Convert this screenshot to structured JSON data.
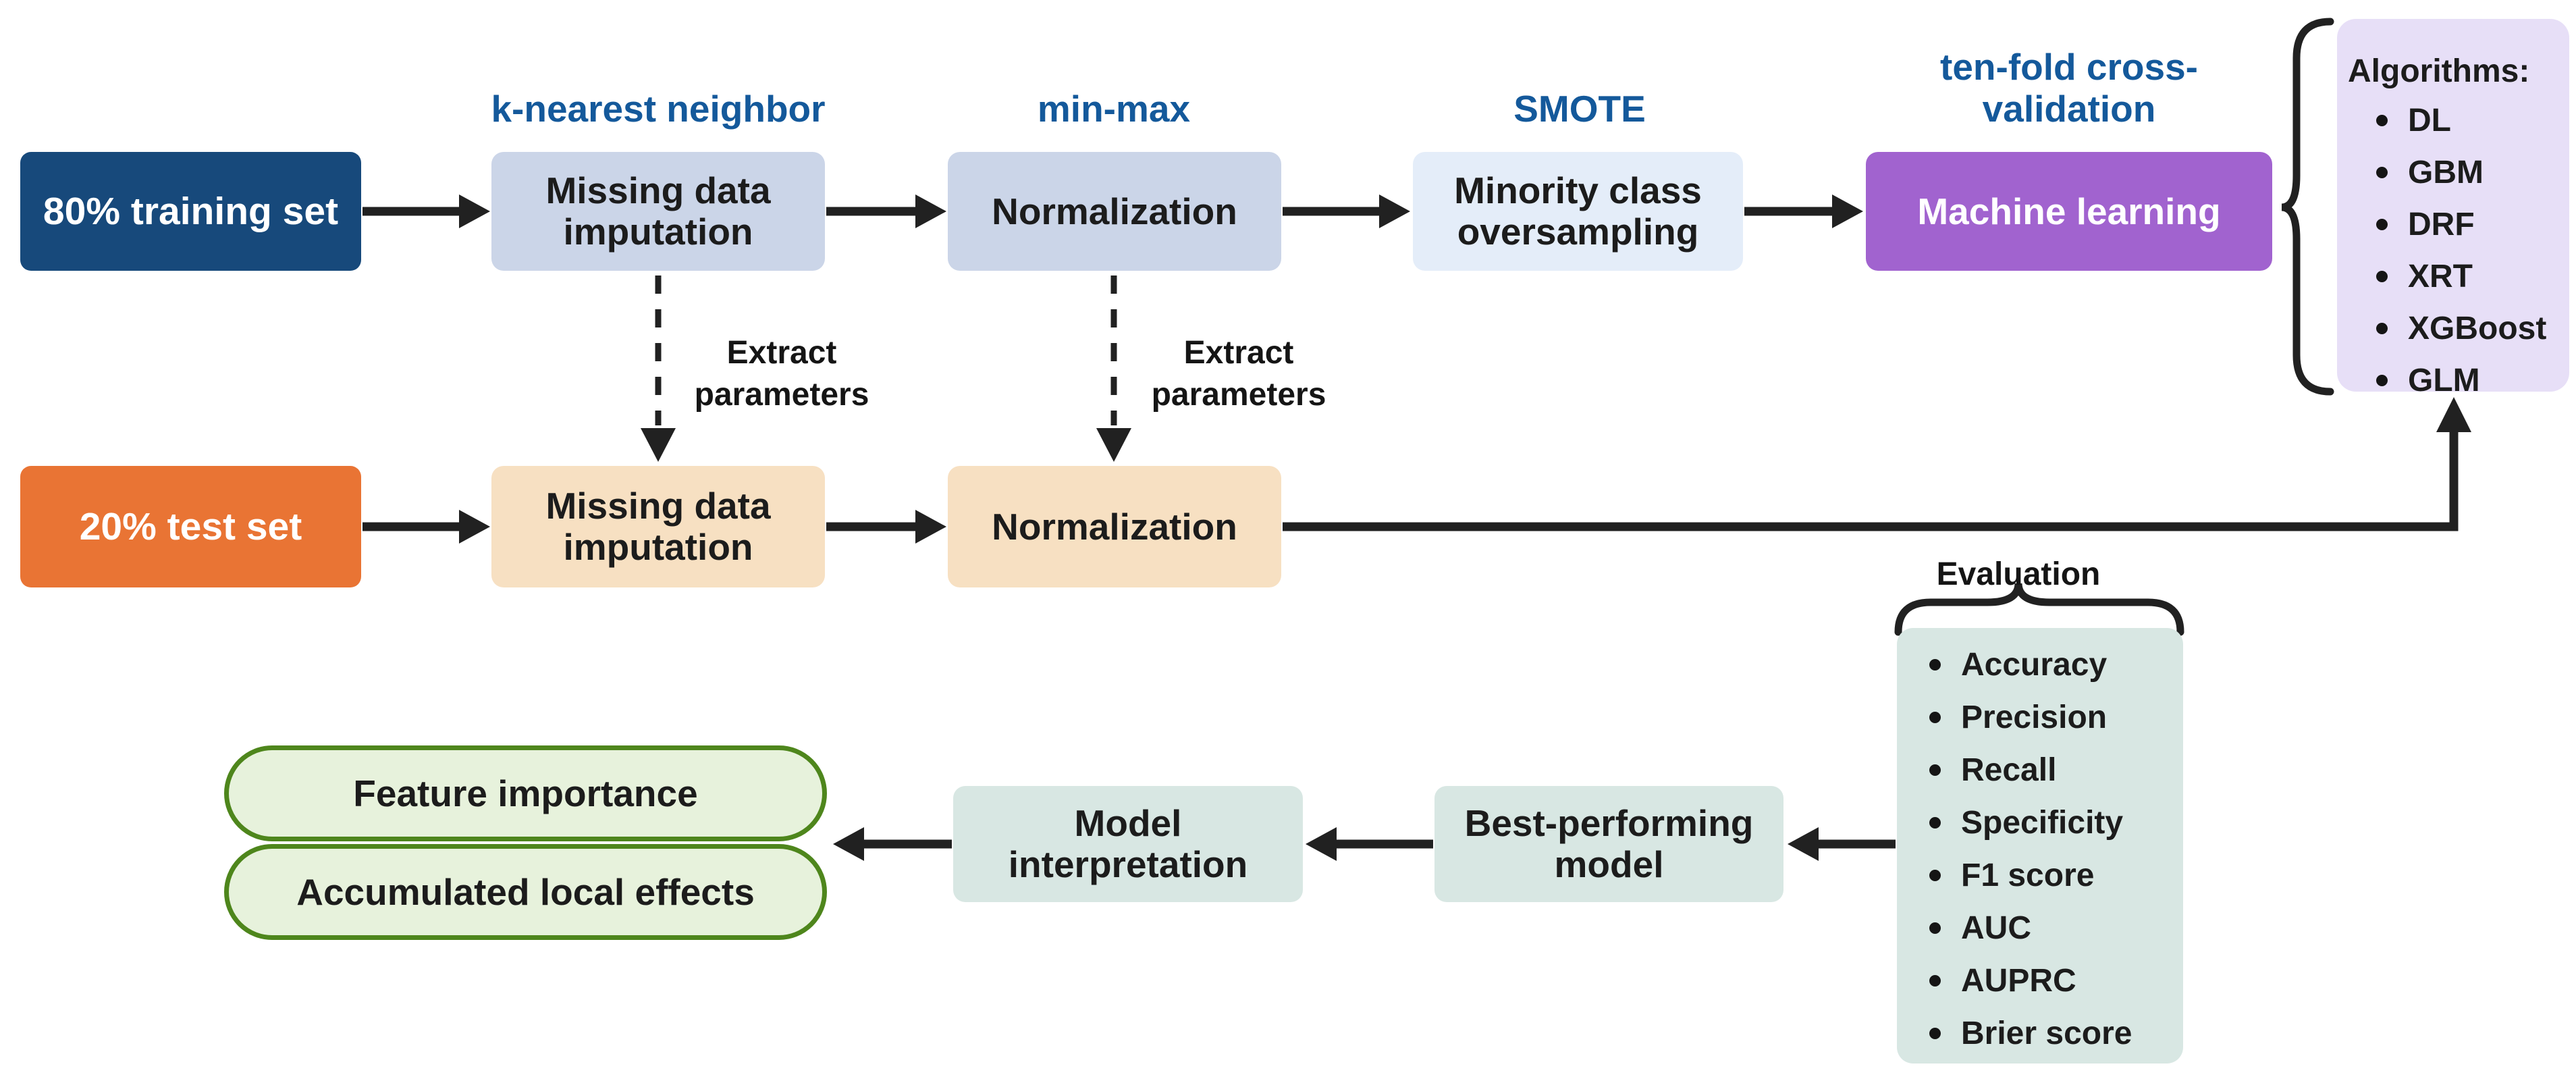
{
  "diagram": {
    "training_row": {
      "source_label": "80% training set",
      "imputation": {
        "method": "k-nearest neighbor",
        "label": "Missing data imputation"
      },
      "normalization": {
        "method": "min-max",
        "label": "Normalization"
      },
      "oversampling": {
        "method": "SMOTE",
        "label": "Minority class oversampling"
      },
      "ml": {
        "method": "ten-fold cross-validation",
        "label": "Machine learning"
      }
    },
    "test_row": {
      "source_label": "20% test set",
      "imputation_label": "Missing data imputation",
      "normalization_label": "Normalization",
      "extract_label_1": "Extract parameters",
      "extract_label_2": "Extract parameters"
    },
    "algorithms": {
      "title": "Algorithms:",
      "items": [
        "DL",
        "GBM",
        "DRF",
        "XRT",
        "XGBoost",
        "GLM"
      ]
    },
    "evaluation": {
      "title": "Evaluation",
      "metrics": [
        "Accuracy",
        "Precision",
        "Recall",
        "Specificity",
        "F1 score",
        "AUC",
        "AUPRC",
        "Brier score"
      ]
    },
    "results": {
      "best_model_label": "Best-performing model",
      "interpretation_label": "Model interpretation",
      "outputs": [
        "Feature importance",
        "Accumulated local effects"
      ]
    },
    "colors": {
      "dark_blue": "#17497B",
      "orange": "#E97434",
      "steel_blue": "#CBD5E8",
      "pale_blue": "#E4EDF9",
      "purple": "#A163CF",
      "pale_purple": "#E7DFF7",
      "peach": "#F7E0C2",
      "pale_teal": "#D8E7E3",
      "pale_green": "#E7F2DC",
      "green_border": "#4E861C",
      "method_blue": "#14599B",
      "arrow": "#212121"
    }
  }
}
